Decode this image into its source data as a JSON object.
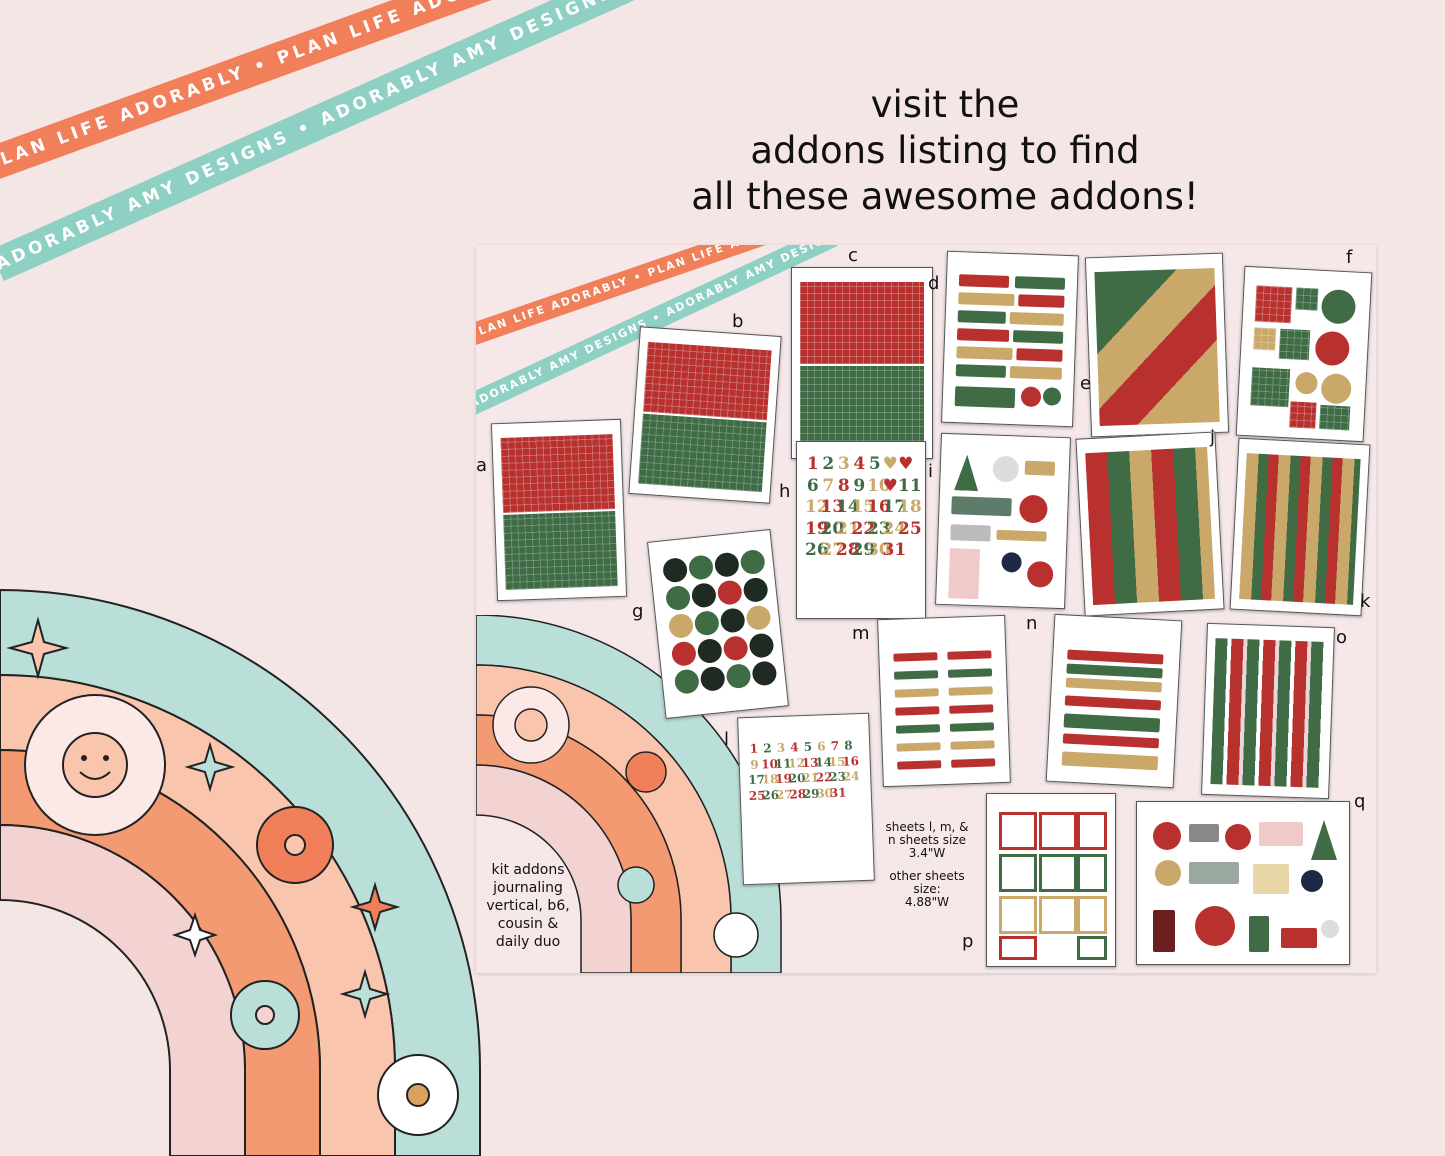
{
  "ribbons": {
    "orange_text": "PLAN LIFE ADORABLY • PLAN LIFE ADORABLY • PLAN LIFE ADORABLY •",
    "teal_text": "ADORABLY AMY DESIGNS • ADORABLY AMY DESIGNS • ADORABLY AMY DESIGNS •",
    "orange_color": "#f07f5a",
    "teal_color": "#8fd0c4"
  },
  "headline": {
    "line1": "visit the",
    "line2": "addons listing to find",
    "line3": "all these awesome addons!"
  },
  "colors": {
    "background": "#f5e6e6",
    "red": "#b8312f",
    "green": "#3f6b45",
    "gold": "#c9a86a"
  },
  "sheets": {
    "a": "a",
    "b": "b",
    "c": "c",
    "d": "d",
    "e": "e",
    "f": "f",
    "g": "g",
    "h": "h",
    "i": "i",
    "j": "j",
    "k": "k",
    "l": "l",
    "m": "m",
    "n": "n",
    "o": "o",
    "p": "p",
    "q": "q"
  },
  "numbers_h": [
    "1",
    "2",
    "3",
    "4",
    "5",
    "♥",
    "♥",
    "6",
    "7",
    "8",
    "9",
    "10",
    "♥",
    "11",
    "12",
    "13",
    "14",
    "15",
    "16",
    "17",
    "18",
    "19",
    "20",
    "21",
    "22",
    "23",
    "24",
    "25",
    "26",
    "27",
    "28",
    "29",
    "30",
    "31"
  ],
  "numbers_l": [
    "1",
    "2",
    "3",
    "4",
    "5",
    "6",
    "7",
    "8",
    "9",
    "10",
    "11",
    "12",
    "13",
    "14",
    "15",
    "16",
    "17",
    "18",
    "19",
    "20",
    "21",
    "22",
    "23",
    "24",
    "25",
    "26",
    "27",
    "28",
    "29",
    "30",
    "31"
  ],
  "notes": {
    "kit_addons": [
      "kit addons",
      "journaling",
      "vertical, b6,",
      "cousin &",
      "daily duo"
    ],
    "sheet_sizes": [
      "sheets l, m, &",
      "n sheets size",
      "3.4\"W"
    ],
    "other_sizes": [
      "other sheets",
      "size:",
      "4.88\"W"
    ]
  }
}
